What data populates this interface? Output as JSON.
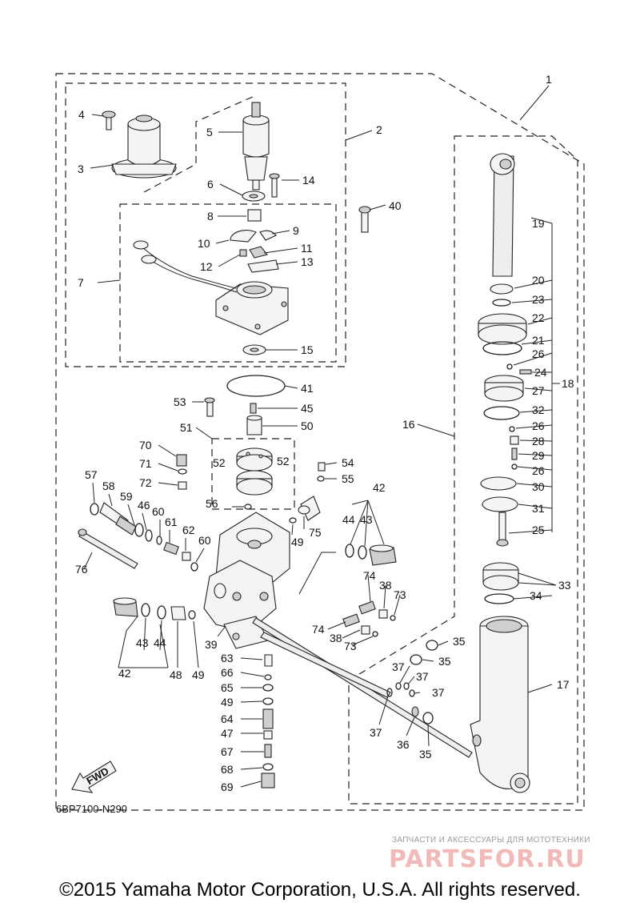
{
  "diagram": {
    "drawing_code": "6BP7100-N290",
    "fwd_label": "FWD",
    "callouts": {
      "c1": "1",
      "c2": "2",
      "c3": "3",
      "c4": "4",
      "c5": "5",
      "c6": "6",
      "c7": "7",
      "c8": "8",
      "c9": "9",
      "c10": "10",
      "c11": "11",
      "c12": "12",
      "c13": "13",
      "c14": "14",
      "c15": "15",
      "c16": "16",
      "c17": "17",
      "c18": "18",
      "c19": "19",
      "c20": "20",
      "c21": "21",
      "c22": "22",
      "c23": "23",
      "c24": "24",
      "c25": "25",
      "c26a": "26",
      "c26b": "26",
      "c26c": "26",
      "c27": "27",
      "c28": "28",
      "c29": "29",
      "c30": "30",
      "c31": "31",
      "c32": "32",
      "c33": "33",
      "c34": "34",
      "c35a": "35",
      "c35b": "35",
      "c35c": "35",
      "c36": "36",
      "c37a": "37",
      "c37b": "37",
      "c37c": "37",
      "c37d": "37",
      "c38a": "38",
      "c38b": "38",
      "c39": "39",
      "c40": "40",
      "c41": "41",
      "c42a": "42",
      "c42b": "42",
      "c43a": "43",
      "c43b": "43",
      "c44a": "44",
      "c44b": "44",
      "c45": "45",
      "c46": "46",
      "c47": "47",
      "c48": "48",
      "c49a": "49",
      "c49b": "49",
      "c49c": "49",
      "c50": "50",
      "c51": "51",
      "c52a": "52",
      "c52b": "52",
      "c53": "53",
      "c54": "54",
      "c55": "55",
      "c56": "56",
      "c57": "57",
      "c58": "58",
      "c59": "59",
      "c60a": "60",
      "c60b": "60",
      "c61": "61",
      "c62": "62",
      "c63": "63",
      "c64": "64",
      "c65": "65",
      "c66": "66",
      "c67": "67",
      "c68": "68",
      "c69": "69",
      "c70": "70",
      "c71": "71",
      "c72": "72",
      "c73a": "73",
      "c73b": "73",
      "c74a": "74",
      "c74b": "74",
      "c75": "75",
      "c76": "76"
    }
  },
  "watermark": {
    "subtitle": "ЗАПЧАСТИ И АКСЕССУАРЫ ДЛЯ МОТОТЕХНИКИ",
    "logo": "PARTSFOR.RU"
  },
  "footer": {
    "copyright": "©2015 Yamaha Motor Corporation, U.S.A. All rights reserved."
  }
}
